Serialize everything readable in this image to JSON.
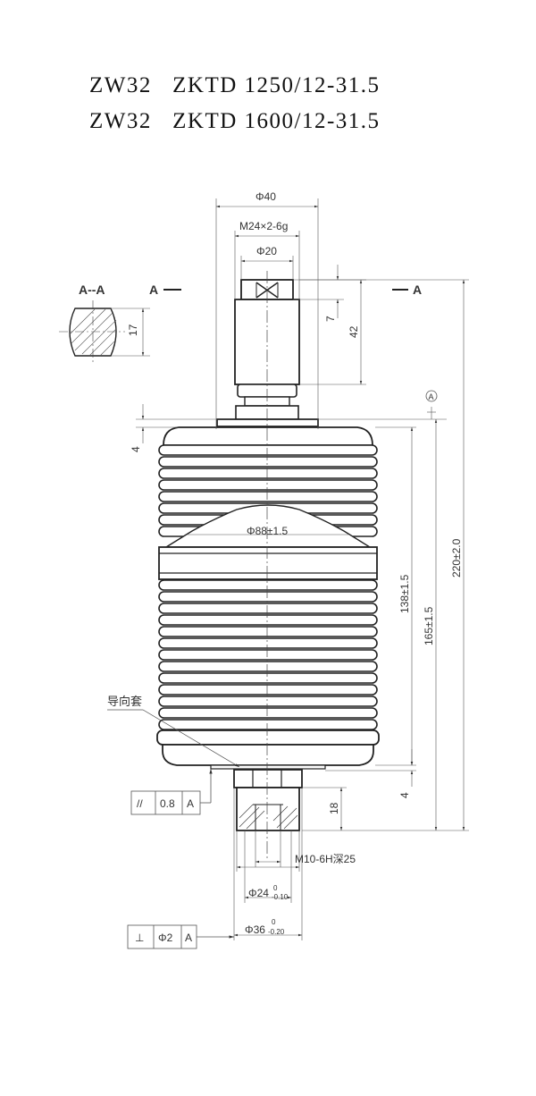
{
  "title": {
    "line1": "ZW32   ZKTD 1250/12-31.5",
    "line2": "ZW32   ZKTD 1600/12-31.5"
  },
  "section": {
    "label_aa": "A--A",
    "label_a_left": "A",
    "label_a_right": "A",
    "dim_flat": "17"
  },
  "dimensions": {
    "dia_40": "Φ40",
    "thread_top": "M24×2-6g",
    "dia_20": "Φ20",
    "d7": "7",
    "d42": "42",
    "d4_top": "4",
    "dia_88": "Φ88±1.5",
    "d138": "138±1.5",
    "d165": "165±1.5",
    "d220": "220±2.0",
    "d4_bottom": "4",
    "d18": "18",
    "thread_bottom": "M10-6H深25",
    "dia_24": "Φ24",
    "dia_24_tol_upper": "0",
    "dia_24_tol_lower": "-0.10",
    "dia_36": "Φ36",
    "dia_36_tol_upper": "0",
    "dia_36_tol_lower": "-0.20",
    "datum": "A"
  },
  "labels": {
    "guide_sleeve": "导向套"
  },
  "tolerances": {
    "parallel": {
      "symbol": "//",
      "value": "0.8",
      "datum": "A"
    },
    "perpendicular": {
      "symbol": "⊥",
      "value": "Φ2",
      "datum": "A"
    }
  }
}
